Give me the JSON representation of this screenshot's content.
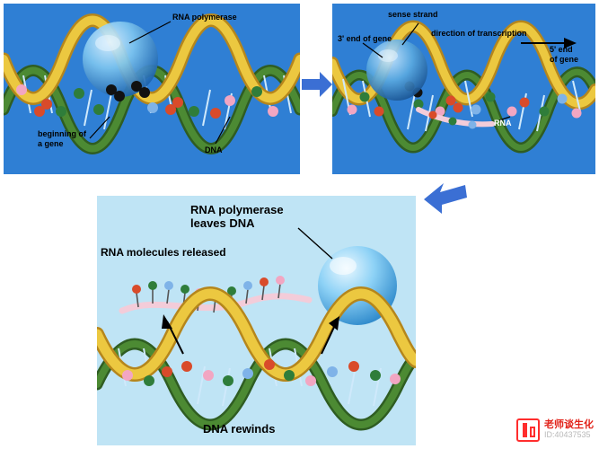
{
  "figure": {
    "title": "Transcription diagram (three stages)",
    "background": "#ffffff"
  },
  "colors": {
    "panel_blue": "#2f7fd4",
    "panel_lightblue": "#bfe4f5",
    "dna_gold": "#e8c33a",
    "dna_green": "#3f6b2a",
    "rna_pink": "#f0c9d6",
    "arrow_blue": "#3b6fd4",
    "watermark_red": "#e2231a"
  },
  "panel1": {
    "name": "initiation",
    "labels": [
      {
        "id": "rna-polymerase",
        "text": "RNA polymerase"
      },
      {
        "id": "beginning-of-a-gene",
        "text": "beginning of\na gene"
      },
      {
        "id": "dna",
        "text": "DNA"
      }
    ]
  },
  "panel2": {
    "name": "elongation",
    "labels": [
      {
        "id": "sense-strand",
        "text": "sense strand"
      },
      {
        "id": "three-prime-end-of-gene",
        "text": "3' end of gene"
      },
      {
        "id": "direction-of-transcription",
        "text": "direction of transcription"
      },
      {
        "id": "five-prime-end-of-gene",
        "text": "5' end\nof gene"
      },
      {
        "id": "rna",
        "text": "RNA"
      }
    ]
  },
  "panel3": {
    "name": "termination",
    "labels": [
      {
        "id": "rna-polymerase-leaves-dna",
        "text": "RNA polymerase\nleaves DNA"
      },
      {
        "id": "rna-molecules-released",
        "text": "RNA molecules released"
      },
      {
        "id": "dna-rewinds",
        "text": "DNA rewinds"
      }
    ]
  },
  "arrows": [
    {
      "id": "arrow-panel1-to-panel2",
      "direction": "right"
    },
    {
      "id": "arrow-panel2-to-panel3",
      "direction": "down-left"
    }
  ],
  "watermark": {
    "title": "老师谈生化",
    "id": "ID:40437535"
  }
}
